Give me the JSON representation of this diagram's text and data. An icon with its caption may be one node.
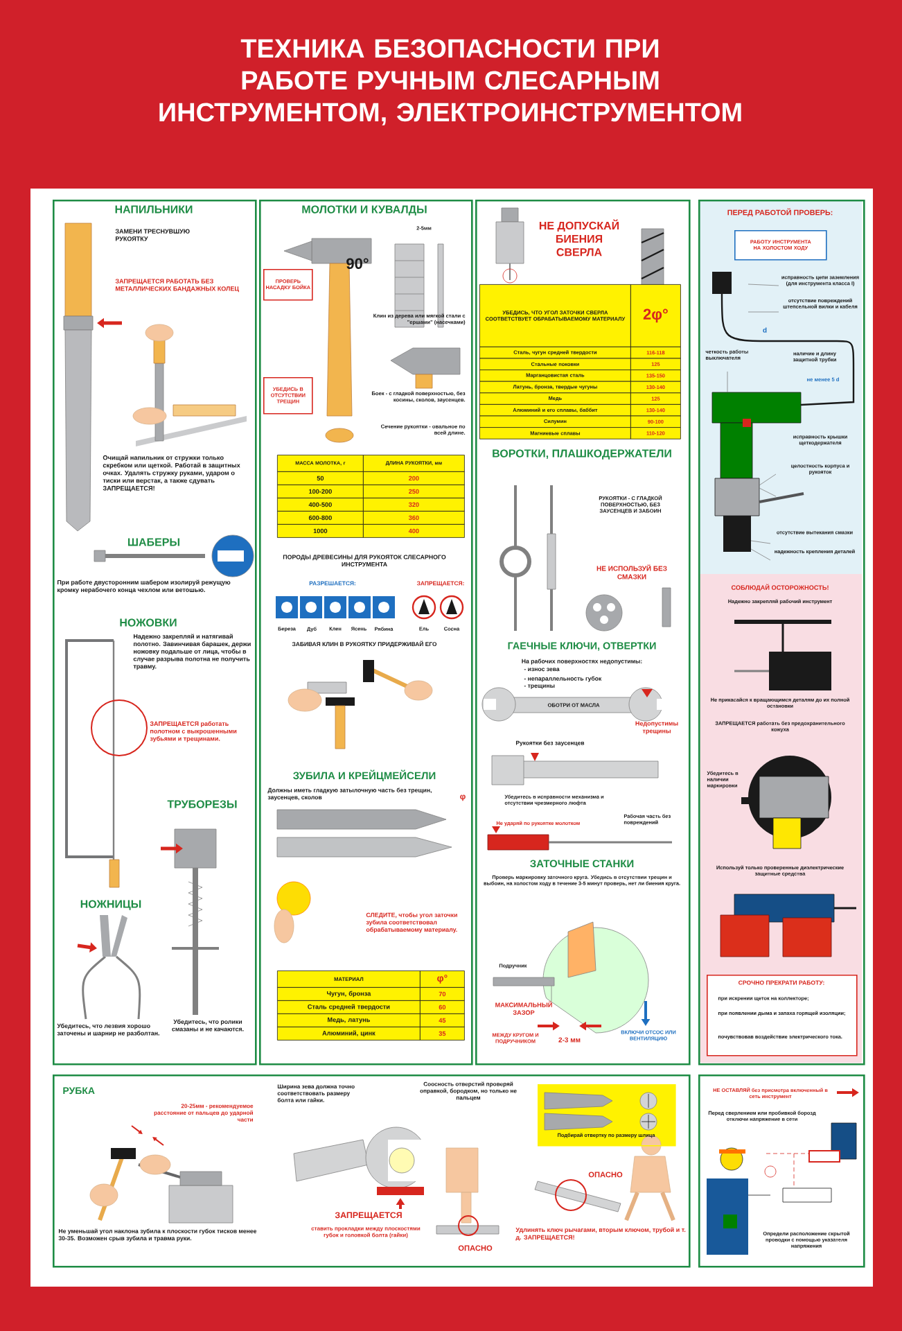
{
  "diagram": {
    "title": "ТЕХНИКА БЕЗОПАСНОСТИ ПРИ РАБОТЕ РУЧНЫМ СЛЕСАРНЫМ ИНСТРУМЕНТОМ, ЭЛЕКТРОИНСТРУМЕНТОМ",
    "nodes": [
      {
        "text": [
          "НАПИЛЬНИКИ",
          "ЗАМЕНИ ТРЕСНУВШУЮ РУКОЯТКУ",
          "ЗАПРЕЩАЕТСЯ РАБОТАТЬ БЕЗ МЕТАЛЛИЧЕСКИХ БАНДАЖНЫХ КОЛЕЦ",
          "Очищай напильник от стружки только скребком или щеткой. Работай в защитных очках. Удалять стружку руками, ударом о тиски или верстак, а также сдувать **ЗАПРЕЩАЕТСЯ!**",
          "ШАБЕРЫ",
          "При работе двусторонним шабером изолируй режущую кромку нерабочего конца чехлом или ветошью.",
          "НОЖОВКИ",
          "Надежно закрепляй и натягивай полотно. Завинчивая барашек, держи ножовку подальше от лица, чтобы в случае разрыва полотна не получить травму.",
          "ЗАПРЕЩАЕТСЯ работать полотном с выкрошенными зубьями и трещинами.",
          "ТРУБОРЕЗЫ",
          "НОЖНИЦЫ",
          "Убедитесь, что лезвия хорошо заточены и шарнир не разболтан.",
          "Убедитесь, что ролики смазаны и не качаются."
        ]
      },
      {
        "text": [
          "МОЛОТКИ И КУВАЛДЫ",
          "90°",
          "2-5мм",
          "Клин из дерева или мягкой стали с \"ершами\" (насечками)",
          "Боек - с гладкой поверхностью, без косины, сколов, заусенцев.",
          "Сечение рукоятки - овальное по всей длине.",
          "ПОРОДЫ ДРЕВЕСИНЫ ДЛЯ РУКОЯТОК СЛЕСАРНОГО ИНСТРУМЕНТА",
          "РАЗРЕШАЕТСЯ:",
          "ЗАПРЕЩАЕТСЯ:",
          "Береза",
          "Дуб",
          "Клен",
          "Ясень",
          "Рябина",
          "Ель",
          "Сосна",
          "ЗАБИВАЯ КЛИН В РУКОЯТКУ ПРИДЕРЖИВАЙ ЕГО",
          "ЗУБИЛА И КРЕЙЦМЕЙСЕЛИ",
          "Должны иметь гладкую затылочную часть без трещин, заусенцев, сколов",
          "φ",
          "СЛЕДИТЕ, чтобы угол заточки зубила соответствовал обрабатываемому материалу."
        ]
      },
      {
        "text": [
          "ПРОВЕРЬ НАСАДКУ БОЙКА"
        ],
        "in": 1
      },
      {
        "text": [
          "УБЕДИСЬ В ОТСУТСТВИИ ТРЕЩИН"
        ],
        "in": 1
      },
      {
        "text": [
          "НЕ ДОПУСКАЙ БИЕНИЯ СВЕРЛА",
          "ВОРОТКИ, ПЛАШКОДЕРЖАТЕЛИ",
          "РУКОЯТКИ - С ГЛАДКОЙ ПОВЕРХНОСТЬЮ, БЕЗ ЗАУСЕНЦЕВ И ЗАБОИН",
          "НЕ ИСПОЛЬЗУЙ БЕЗ СМАЗКИ",
          "ГАЕЧНЫЕ КЛЮЧИ, ОТВЕРТКИ",
          "На рабочих поверхностях недопустимы:",
          "- износ зева",
          "- непараллельность губок",
          "- трещины",
          "ОБОТРИ ОТ МАСЛА",
          "Недопустимы трещины",
          "Рукоятки без заусенцев",
          "Убедитесь в исправности механизма и отсутствии чрезмерного люфта",
          "Не ударяй по рукоятке молотком",
          "Рабочая часть без повреждений",
          "ЗАТОЧНЫЕ СТАНКИ",
          "Проверь маркировку заточного круга. Убедись в отсутствии трещин и выбоин, на холостом ходу в течение 3-5 минут проверь, нет ли биения круга.",
          "Подручник",
          "МАКСИМАЛЬНЫЙ ЗАЗОР",
          "МЕЖДУ КРУГОМ И ПОДРУЧНИКОМ",
          "2-3 мм",
          "ВКЛЮЧИ ОТСОС ИЛИ ВЕНТИЛЯЦИЮ"
        ]
      },
      {
        "text": [
          "ПЕРЕД РАБОТОЙ ПРОВЕРЬ:",
          "исправность цепи заземления (для инструмента класса I)",
          "отсутствие повреждений штепсельной вилки и кабеля",
          "d",
          "четкость работы выключателя",
          "наличие и длину защитной трубки",
          "не менее 5 d",
          "исправность крышки щеткодержателя",
          "целостность корпуса и рукояток",
          "отсутствие вытекания смазки",
          "надежность крепления деталей"
        ]
      },
      {
        "text": [
          "РАБОТУ ИНСТРУМЕНТА НА ХОЛОСТОМ ХОДУ"
        ],
        "in": 5
      },
      {
        "text": [
          "СОБЛЮДАЙ ОСТОРОЖНОСТЬ!",
          "Надежно закрепляй рабочий инструмент",
          "Не прикасайся к вращающимся деталям до их полной остановки",
          "**ЗАПРЕЩАЕТСЯ** работать без предохранительного кожуха",
          "Убедитесь в наличии маркировки",
          "Используй только проверенные диэлектрические защитные средства"
        ],
        "in": 5
      },
      {
        "text": [
          "СРОЧНО ПРЕКРАТИ РАБОТУ:",
          "при искрении щеток на коллекторе;",
          "при появлении дыма и запаха горящей изоляции;",
          "почувствовав воздействие электрического тока."
        ],
        "in": 7
      },
      {
        "text": [
          "РУБКА",
          "20-25мм - рекомендуемое расстояние от пальцев до ударной части",
          "Не уменьшай угол наклона зубила к плоскости губок тисков менее 30-35. Возможен срыв зубила и травма руки.",
          "Ширина зева должна точно соответствовать размеру болта или гайки.",
          "ЗАПРЕЩАЕТСЯ",
          "ставить прокладки между плоскостями губок и головкой болта (гайки)",
          "Соосность отверстий проверяй оправкой, бородком, но только не пальцем",
          "ОПАСНО",
          "ОПАСНО",
          "Удлинять ключ рычагами, вторым ключом, трубой и т. д. **ЗАПРЕЩАЕТСЯ!**"
        ]
      },
      {
        "text": [
          "Подбирай отвертку по размеру шлица"
        ],
        "in": 9
      },
      {
        "text": [
          "**НЕ ОСТАВЛЯЙ** без присмотра включенный в сеть инструмент",
          "Перед сверлением или пробивкой борозд отключи напряжение в сети",
          "Определи расположение скрытой проводки с помощью указателя напряжения"
        ]
      }
    ],
    "labels": [
      "МАССА МОЛОТКА, г",
      "ДЛИНА РУКОЯТКИ, мм",
      "50",
      "200",
      "100-200",
      "250",
      "400-500",
      "320",
      "600-800",
      "360",
      "1000",
      "400",
      "МАТЕРИАЛ",
      "φ°",
      "Чугун, бронза",
      "70",
      "Сталь средней твердости",
      "60",
      "Медь, латунь",
      "45",
      "Алюминий, цинк",
      "35",
      "УБЕДИСЬ, ЧТО УГОЛ ЗАТОЧКИ СВЕРЛА СООТВЕТСТВУЕТ ОБРАБАТЫВАЕМОМУ МАТЕРИАЛУ",
      "2φ°",
      "Сталь, чугун средней твердости",
      "116-118",
      "Стальные поковки",
      "125",
      "Марганцовистая сталь",
      "135-150",
      "Латунь, бронза, твердые чугуны",
      "130-140",
      "Медь",
      "125",
      "Алюминий и его сплавы, баббит",
      "130-140",
      "Силумин",
      "90-100",
      "Магниевые сплавы",
      "110-120"
    ]
  }
}
